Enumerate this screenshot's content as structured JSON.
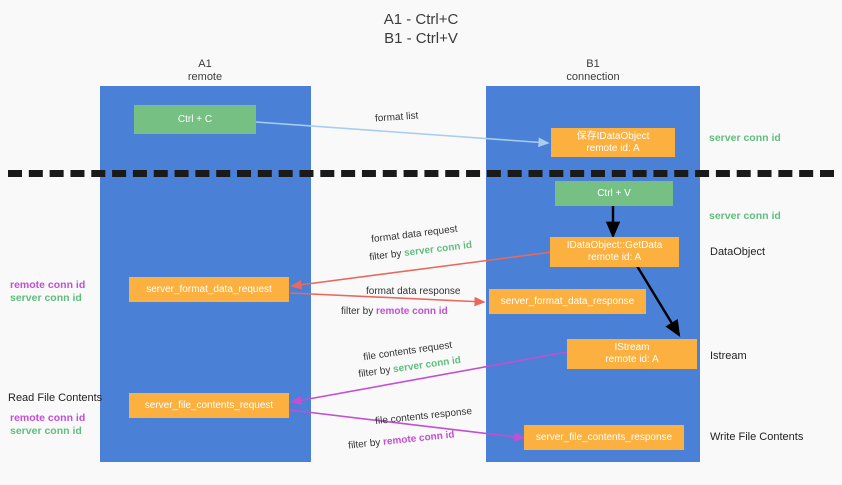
{
  "title": {
    "line1": "A1 - Ctrl+C",
    "line2": "B1 - Ctrl+V"
  },
  "columns": [
    {
      "name": "A1",
      "sub": "remote"
    },
    {
      "name": "B1",
      "sub": "connection"
    }
  ],
  "colors": {
    "panel": "#4a80d6",
    "node_orange": "#fbb040",
    "node_green": "#75c082",
    "server_conn": "#5fbd7e",
    "remote_conn": "#c24fd4",
    "arrow_blue": "#a8cdf0",
    "arrow_red": "#e8695e",
    "arrow_purple": "#c24fd4",
    "arrow_black": "#000000",
    "background": "#f9f9f9"
  },
  "nodes": {
    "ctrl_c": {
      "label": "Ctrl + C"
    },
    "ctrl_v": {
      "label": "Ctrl + V"
    },
    "save_dataobject": {
      "line1": "保存IDataObject",
      "line2": "remote id: A"
    },
    "getdata": {
      "line1": "IDataObject::GetData",
      "line2": "remote id: A"
    },
    "istream": {
      "line1": "IStream",
      "line2": "remote id: A"
    },
    "format_data_request": {
      "label": "server_format_data_request"
    },
    "format_data_response": {
      "label": "server_format_data_response"
    },
    "file_contents_request": {
      "label": "server_file_contents_request"
    },
    "file_contents_response": {
      "label": "server_file_contents_response"
    }
  },
  "edges": {
    "format_list": {
      "label": "format list"
    },
    "format_data_request": {
      "line1": "format data request",
      "filter_prefix": "filter by ",
      "filter_value": "server conn id"
    },
    "format_data_response": {
      "line1": "format data response",
      "filter_prefix": "filter by ",
      "filter_value": "remote conn id"
    },
    "file_contents_request": {
      "line1": "file contents request",
      "filter_prefix": "filter by ",
      "filter_value": "server conn id"
    },
    "file_contents_response": {
      "line1": "file contents response",
      "filter_prefix": "filter by ",
      "filter_value": "remote conn id"
    }
  },
  "annotations": {
    "right_server_conn_top": "server conn id",
    "right_server_conn_mid": "server conn id",
    "right_dataobject": "DataObject",
    "right_istream": "Istream",
    "right_write_file": "Write File Contents",
    "left_remote_conn_1": "remote conn id",
    "left_server_conn_1": "server conn id",
    "left_read_file": "Read File Contents",
    "left_remote_conn_2": "remote conn id",
    "left_server_conn_2": "server conn id"
  }
}
